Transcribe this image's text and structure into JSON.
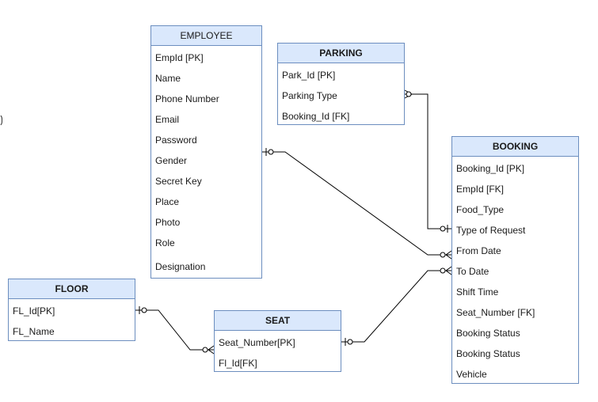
{
  "entities": {
    "employee": {
      "title": "EMPLOYEE",
      "attributes": [
        "EmpId [PK]",
        "Name",
        "Phone Number",
        "Email",
        "Password",
        "Gender",
        "Secret Key",
        "Place",
        "Photo",
        "Role",
        "Designation"
      ]
    },
    "parking": {
      "title": "PARKING",
      "attributes": [
        "Park_Id [PK]",
        "Parking Type",
        "Booking_Id [FK]"
      ]
    },
    "booking": {
      "title": "BOOKING",
      "attributes": [
        "Booking_Id [PK]",
        "EmpId [FK]",
        "Food_Type",
        "Type of Request",
        "From Date",
        "To Date",
        "Shift Time",
        "Seat_Number [FK]",
        "Booking Status",
        "Booking Status",
        "Vehicle"
      ]
    },
    "floor": {
      "title": "FLOOR",
      "attributes": [
        "FL_Id[PK]",
        "FL_Name"
      ]
    },
    "seat": {
      "title": "SEAT",
      "attributes": [
        "Seat_Number[PK]",
        "Fl_Id[FK]"
      ]
    }
  },
  "relationships": [
    {
      "from": "PARKING",
      "to": "BOOKING",
      "from_cardinality": "zero-or-many",
      "to_cardinality": "zero-or-one"
    },
    {
      "from": "EMPLOYEE",
      "to": "BOOKING",
      "from_cardinality": "zero-or-one",
      "to_cardinality": "zero-or-many"
    },
    {
      "from": "FLOOR",
      "to": "SEAT",
      "from_cardinality": "zero-or-one",
      "to_cardinality": "zero-or-many"
    },
    {
      "from": "SEAT",
      "to": "BOOKING",
      "from_cardinality": "zero-or-one",
      "to_cardinality": "zero-or-many"
    }
  ],
  "colors": {
    "header_fill": "#dae8fc",
    "border": "#6c8ebf",
    "line": "#000000"
  }
}
